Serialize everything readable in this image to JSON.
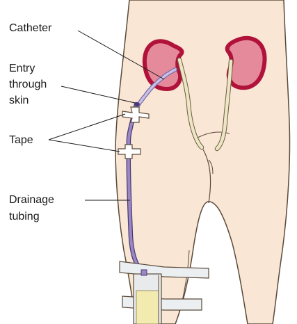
{
  "labels": {
    "catheter": "Catheter",
    "entry_line1": "Entry",
    "entry_line2": "through",
    "entry_line3": "skin",
    "tape": "Tape",
    "drainage_line1": "Drainage",
    "drainage_line2": "tubing"
  },
  "colors": {
    "skin": "#f9e6d4",
    "outline": "#5a4a3a",
    "kidney": "#e48a9a",
    "kidney_rim": "#b0123a",
    "ureter": "#ede6c4",
    "tubing": "#9a88c2",
    "urine": "#f3eab0",
    "strap": "#eceff2"
  }
}
